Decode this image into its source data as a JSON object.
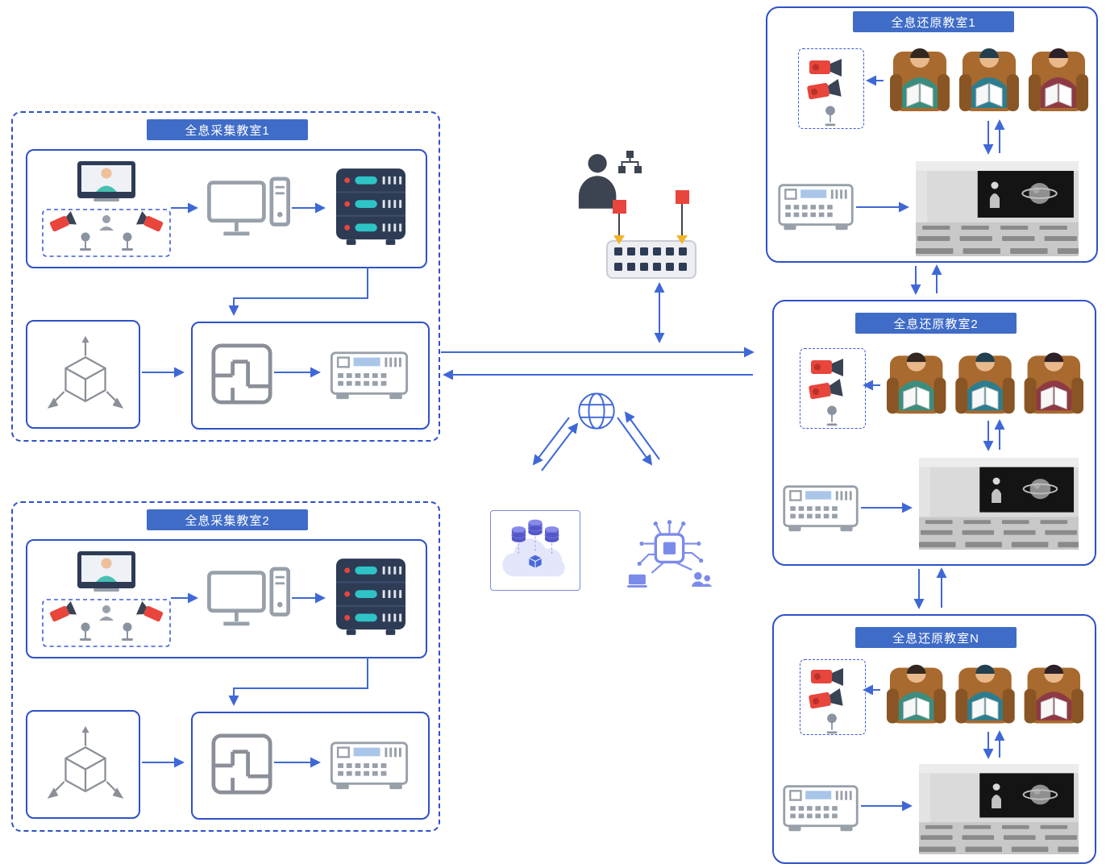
{
  "collect_rooms": [
    {
      "title": "全息采集教室1"
    },
    {
      "title": "全息采集教室2"
    }
  ],
  "restore_rooms": [
    {
      "title": "全息还原教室1"
    },
    {
      "title": "全息还原教室2"
    },
    {
      "title": "全息还原教室N"
    }
  ],
  "colors": {
    "accent_blue": "#2e51c8",
    "arrow_blue": "#3f68d6",
    "title_bar_bg": "#3f6cc7",
    "title_text": "#ffffff",
    "dashed_blue": "#3b5bdb",
    "server_navy": "#2d3b55",
    "server_teal": "#2ec4c6",
    "alert_red": "#e8453c",
    "warning_yellow": "#f0b429",
    "chair_brown": "#a86a2e",
    "chip_indigo": "#7c8bea",
    "db_indigo": "#5457c8",
    "device_gray": "#98a0aa"
  },
  "icons": {
    "collect_room": [
      "capture-stage-icon",
      "desktop-computer-icon",
      "server-rack-icon",
      "cube-3d-axes-icon",
      "floorplan-icon",
      "encoder-device-icon"
    ],
    "center": [
      "admin-user-icon",
      "network-tree-icon",
      "network-switch-icon",
      "globe-icon",
      "cloud-database-icon",
      "ai-chip-icon"
    ],
    "restore_room": [
      "video-camera-icon",
      "microphone-icon",
      "students-reading-image",
      "decoder-device-icon",
      "hologram-classroom-image"
    ]
  }
}
